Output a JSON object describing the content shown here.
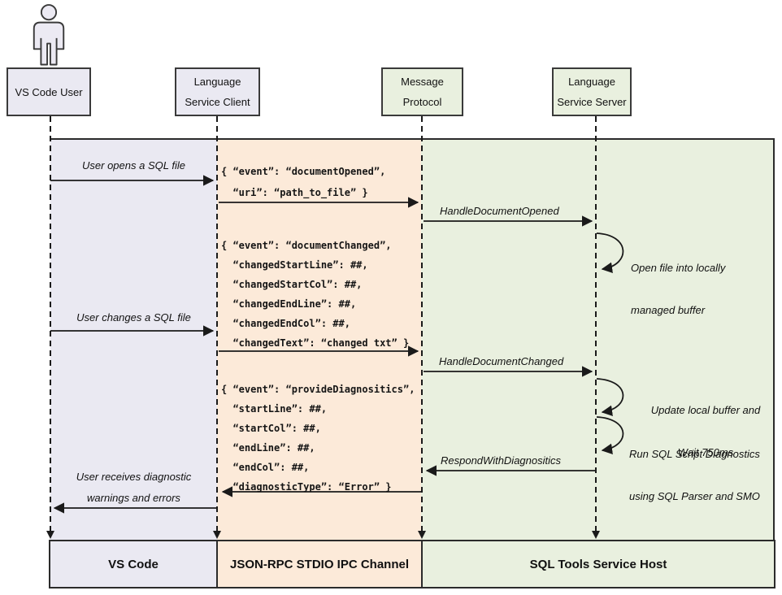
{
  "actors": {
    "user": {
      "label": "VS Code User"
    },
    "client": {
      "line1": "Language",
      "line2": "Service Client"
    },
    "protocol": {
      "line1": "Message",
      "line2": "Protocol"
    },
    "server": {
      "line1": "Language",
      "line2": "Service Server"
    }
  },
  "messages": {
    "user_opens": "User opens a SQL file",
    "user_changes": "User changes a SQL file",
    "user_receives_line1": "User receives diagnostic",
    "user_receives_line2": "warnings and errors",
    "handle_document_opened": "HandleDocumentOpened",
    "handle_document_changed": "HandleDocumentChanged",
    "respond_with_diagnositics": "RespondWithDiagnositics"
  },
  "notes": {
    "open_file_line1": "Open file into locally",
    "open_file_line2": "managed buffer",
    "update_buffer_line1": "Update local buffer and",
    "update_buffer_line2": "Wait 750ms",
    "run_diagnostics_line1": "Run SQL Script Diagnostics",
    "run_diagnostics_line2": "using SQL Parser and SMO"
  },
  "payloads": {
    "document_opened": "{ “event”: “documentOpened”,\n  “uri”: “path_to_file” }",
    "document_changed": "{ “event”: “documentChanged”,\n  “changedStartLine”: ##,\n  “changedStartCol”: ##,\n  “changedEndLine”: ##,\n  “changedEndCol”: ##,\n  “changedText”: “changed txt” }",
    "provide_diagnostics": "{ “event”: “provideDiagnositics”,\n  “startLine”: ##,\n  “startCol”: ##,\n  “endLine”: ##,\n  “endCol”: ##,\n  “diagnosticType”: “Error” }"
  },
  "lanes": {
    "vscode": "VS Code",
    "ipc": "JSON-RPC STDIO IPC Channel",
    "host": "SQL Tools Service Host"
  },
  "colors": {
    "lavender": "#eae9f2",
    "peach": "#fcead9",
    "green": "#e9f0df",
    "line": "#1a1a1a"
  }
}
